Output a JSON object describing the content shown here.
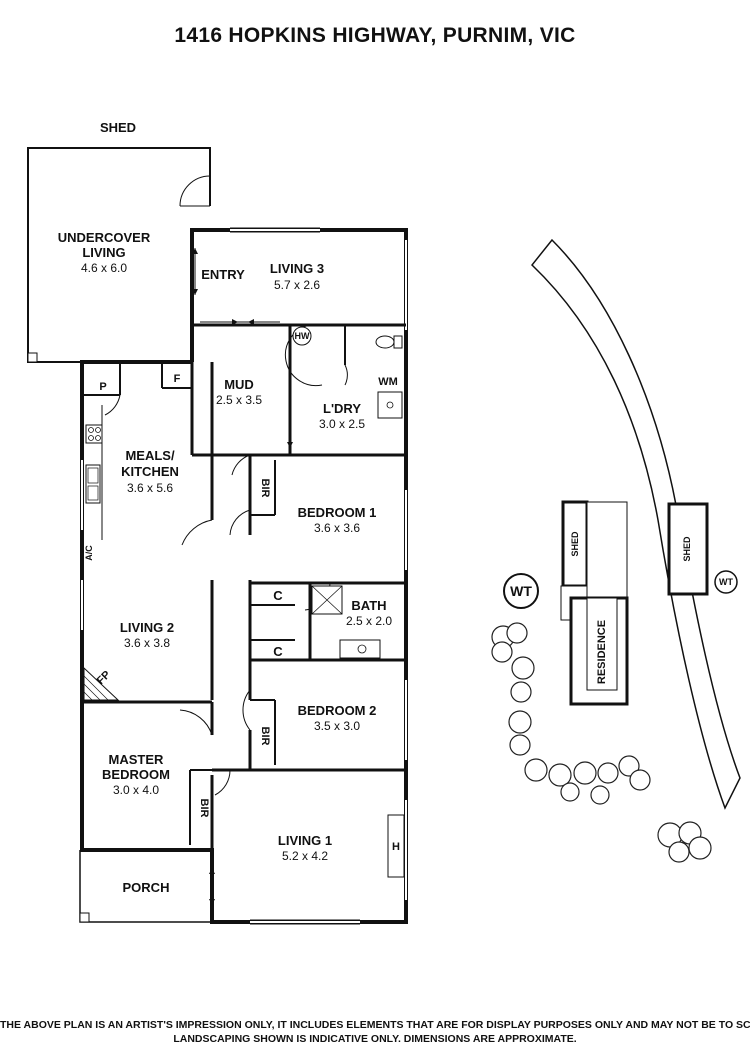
{
  "title": "1416 HOPKINS HIGHWAY, PURNIM, VIC",
  "rooms": {
    "shed_top": "SHED",
    "undercover": {
      "name1": "UNDERCOVER",
      "name2": "LIVING",
      "dims": "4.6 x 6.0"
    },
    "entry": "ENTRY",
    "living3": {
      "name": "LIVING 3",
      "dims": "5.7 x 2.6"
    },
    "mud": {
      "name": "MUD",
      "dims": "2.5 x 3.5"
    },
    "laundry": {
      "name": "L'DRY",
      "dims": "3.0 x 2.5"
    },
    "meals_kitchen": {
      "name1": "MEALS/",
      "name2": "KITCHEN",
      "dims": "3.6 x 5.6"
    },
    "bedroom1": {
      "name": "BEDROOM 1",
      "dims": "3.6 x 3.6"
    },
    "living2": {
      "name": "LIVING 2",
      "dims": "3.6 x 3.8"
    },
    "bath": {
      "name": "BATH",
      "dims": "2.5 x 2.0"
    },
    "bedroom2": {
      "name": "BEDROOM 2",
      "dims": "3.5 x 3.0"
    },
    "master": {
      "name1": "MASTER",
      "name2": "BEDROOM",
      "dims": "3.0 x 4.0"
    },
    "living1": {
      "name": "LIVING 1",
      "dims": "5.2 x 4.2"
    },
    "porch": "PORCH"
  },
  "fixtures": {
    "pantry": "P",
    "fridge": "F",
    "hw": "HW",
    "wm": "WM",
    "bir": "BIR",
    "cupboard": "C",
    "ac": "A/C",
    "fp": "FP",
    "heater": "H"
  },
  "site": {
    "wt": "WT",
    "shed": "SHED",
    "residence": "RESIDENCE"
  },
  "disclaimer": [
    "THE ABOVE PLAN IS AN ARTIST'S IMPRESSION ONLY, IT INCLUDES ELEMENTS THAT ARE FOR DISPLAY PURPOSES ONLY AND MAY NOT BE TO SCALE.",
    "LANDSCAPING SHOWN IS INDICATIVE ONLY. DIMENSIONS ARE APPROXIMATE."
  ]
}
